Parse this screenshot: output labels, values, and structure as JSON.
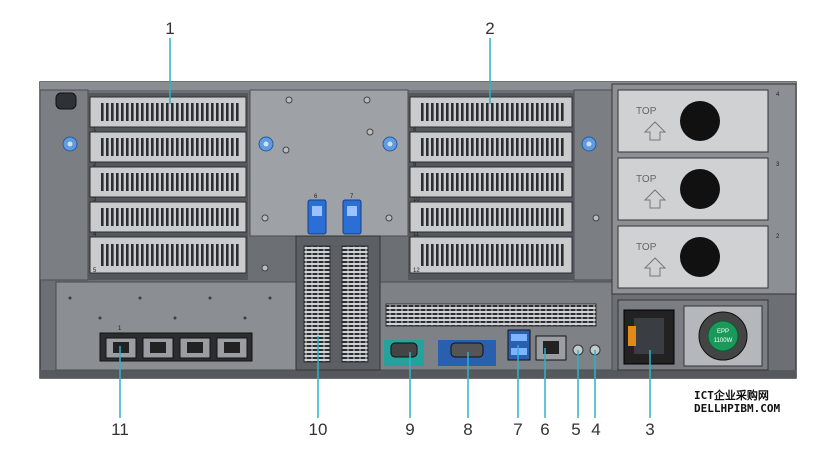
{
  "top_callouts": [
    "1",
    "2"
  ],
  "bottom_callouts": [
    "11",
    "10",
    "9",
    "8",
    "7",
    "6",
    "5",
    "4",
    "3"
  ],
  "slot_numbers_left": [
    "1",
    "2",
    "3",
    "4",
    "5"
  ],
  "slot_numbers_right": [
    "8",
    "9",
    "10",
    "11",
    "12"
  ],
  "riser_slots": [
    "6",
    "7"
  ],
  "psu_labels": [
    "TOP",
    "TOP",
    "TOP"
  ],
  "psu_bay_numbers": [
    "4",
    "3",
    "2"
  ],
  "nic_port_label": "1",
  "psu_badge": {
    "brand": "EPP",
    "rating": "1100W"
  },
  "watermark": {
    "line1": "ICT企业采购网",
    "line2": "DELLHPIBM.COM"
  },
  "colors": {
    "chassis": "#6f7378",
    "chassis_dark": "#4a4e53",
    "chassis_light": "#a4a8ad",
    "latch_blue": "#2a6fd6",
    "thumbscrew_blue": "#5f9be0",
    "serial_teal": "#23a39b",
    "vga_blue": "#2a5fb0",
    "callout_line": "#2db3c8",
    "psu_green": "#1a9a5a"
  }
}
